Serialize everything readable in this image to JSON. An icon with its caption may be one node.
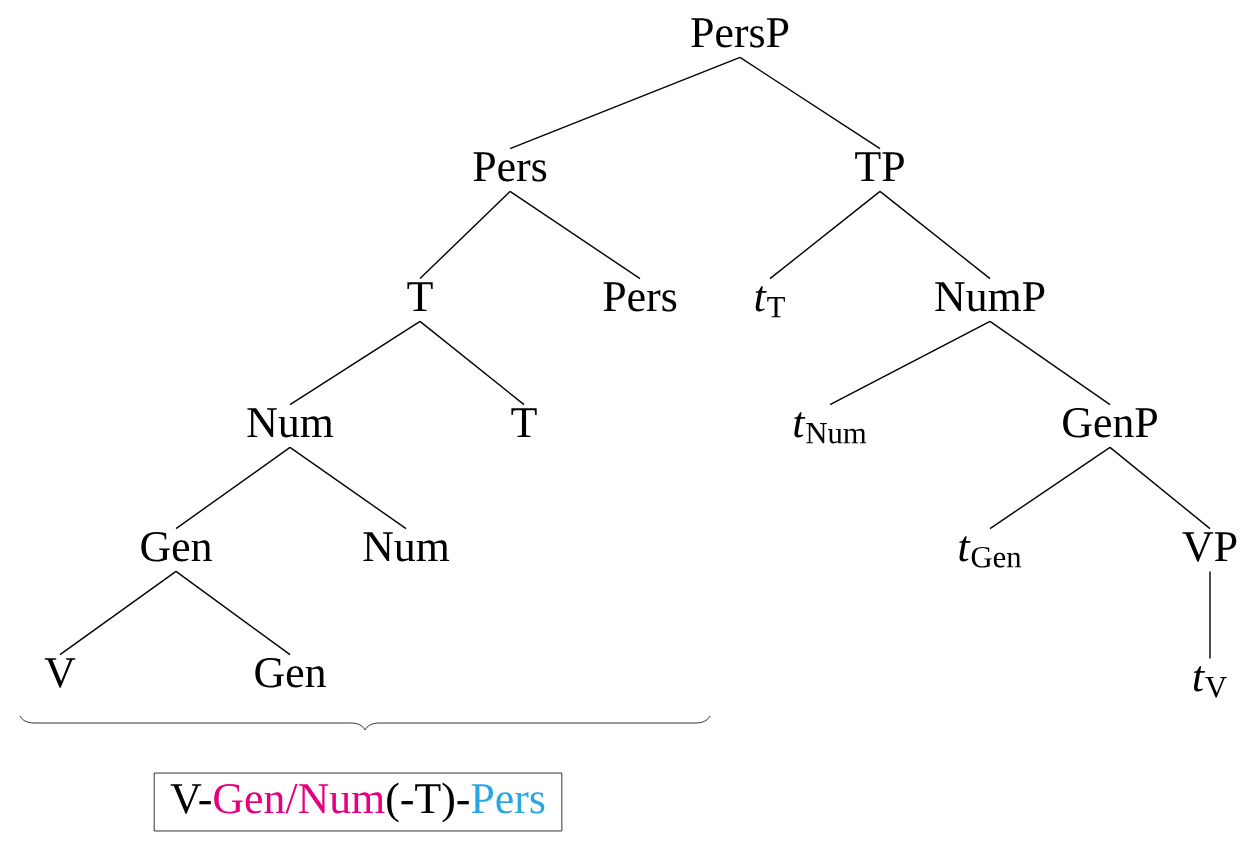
{
  "diagram": {
    "nodes": [
      {
        "text": [
          "PersP"
        ]
      },
      {
        "text": [
          "Pers"
        ]
      },
      {
        "text": [
          "TP"
        ]
      },
      {
        "text": [
          "T"
        ]
      },
      {
        "text": [
          "Pers"
        ]
      },
      {
        "text": [
          "*t*$_{T}$"
        ]
      },
      {
        "text": [
          "NumP"
        ]
      },
      {
        "text": [
          "Num"
        ]
      },
      {
        "text": [
          "T"
        ]
      },
      {
        "text": [
          "*t*$_{Num}$"
        ]
      },
      {
        "text": [
          "GenP"
        ]
      },
      {
        "text": [
          "Gen"
        ]
      },
      {
        "text": [
          "Num"
        ]
      },
      {
        "text": [
          "*t*$_{Gen}$"
        ]
      },
      {
        "text": [
          "VP"
        ]
      },
      {
        "text": [
          "V"
        ]
      },
      {
        "text": [
          "Gen"
        ]
      },
      {
        "text": [
          "*t*$_{V}$"
        ]
      },
      {
        "text": [
          "V-",
          "Gen/Num",
          "(-T)-",
          "Pers"
        ]
      }
    ],
    "edges": [
      {
        "from": 0,
        "to": 1,
        "arrow": "none"
      },
      {
        "from": 0,
        "to": 2,
        "arrow": "none"
      },
      {
        "from": 1,
        "to": 3,
        "arrow": "none"
      },
      {
        "from": 1,
        "to": 4,
        "arrow": "none"
      },
      {
        "from": 2,
        "to": 5,
        "arrow": "none"
      },
      {
        "from": 2,
        "to": 6,
        "arrow": "none"
      },
      {
        "from": 3,
        "to": 7,
        "arrow": "none"
      },
      {
        "from": 3,
        "to": 8,
        "arrow": "none"
      },
      {
        "from": 6,
        "to": 9,
        "arrow": "none"
      },
      {
        "from": 6,
        "to": 10,
        "arrow": "none"
      },
      {
        "from": 7,
        "to": 11,
        "arrow": "none"
      },
      {
        "from": 7,
        "to": 12,
        "arrow": "none"
      },
      {
        "from": 10,
        "to": 13,
        "arrow": "none"
      },
      {
        "from": 10,
        "to": 14,
        "arrow": "none"
      },
      {
        "from": 11,
        "to": 15,
        "arrow": "none"
      },
      {
        "from": 11,
        "to": 16,
        "arrow": "none"
      },
      {
        "from": 14,
        "to": 17,
        "arrow": "none"
      }
    ]
  }
}
